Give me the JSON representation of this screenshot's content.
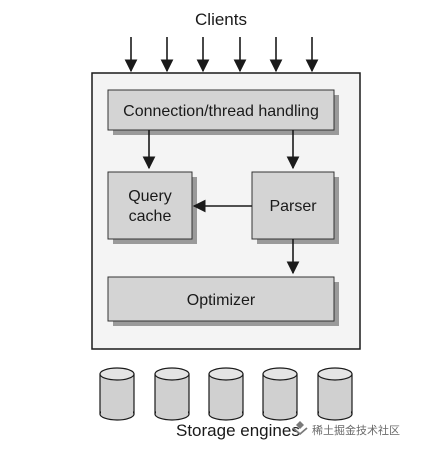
{
  "diagram": {
    "clients_label": "Clients",
    "connection_label": "Connection/thread handling",
    "query_cache_line1": "Query",
    "query_cache_line2": "cache",
    "parser_label": "Parser",
    "optimizer_label": "Optimizer",
    "storage_label": "Storage engines",
    "watermark_text": "稀土掘金技术社区"
  },
  "colors": {
    "background": "#ffffff",
    "outer_box_fill": "#f4f4f4",
    "outer_box_stroke": "#1a1a1a",
    "component_fill": "#d4d4d4",
    "component_stroke": "#333333",
    "shadow": "#9a9a9a",
    "arrow": "#1a1a1a",
    "cylinder_fill": "#d0d0d0",
    "cylinder_top": "#e4e4e4"
  },
  "icons": {
    "client_arrow": "down-arrow-icon",
    "storage": "database-cylinder-icon",
    "watermark": "juejin-logo-icon"
  }
}
